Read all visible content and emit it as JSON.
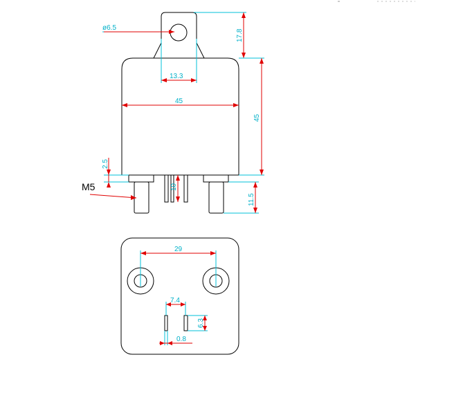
{
  "side_view": {
    "hole_diameter": "ø6.5",
    "tab_height": "17.8",
    "tab_width": "13.3",
    "body_width": "45",
    "body_height": "45",
    "base_offset": "2.5",
    "terminal_label": "M5",
    "pin_length": "10",
    "stud_length": "11.5"
  },
  "bottom_view": {
    "stud_spacing": "29",
    "pin_spacing": "7.4",
    "pin_length": "6.3",
    "pin_thickness": "0.8"
  },
  "colors": {
    "outline": "#000000",
    "dimension_line": "#e00000",
    "extension_line": "#00c0d8",
    "dimension_text": "#00b0c8"
  }
}
